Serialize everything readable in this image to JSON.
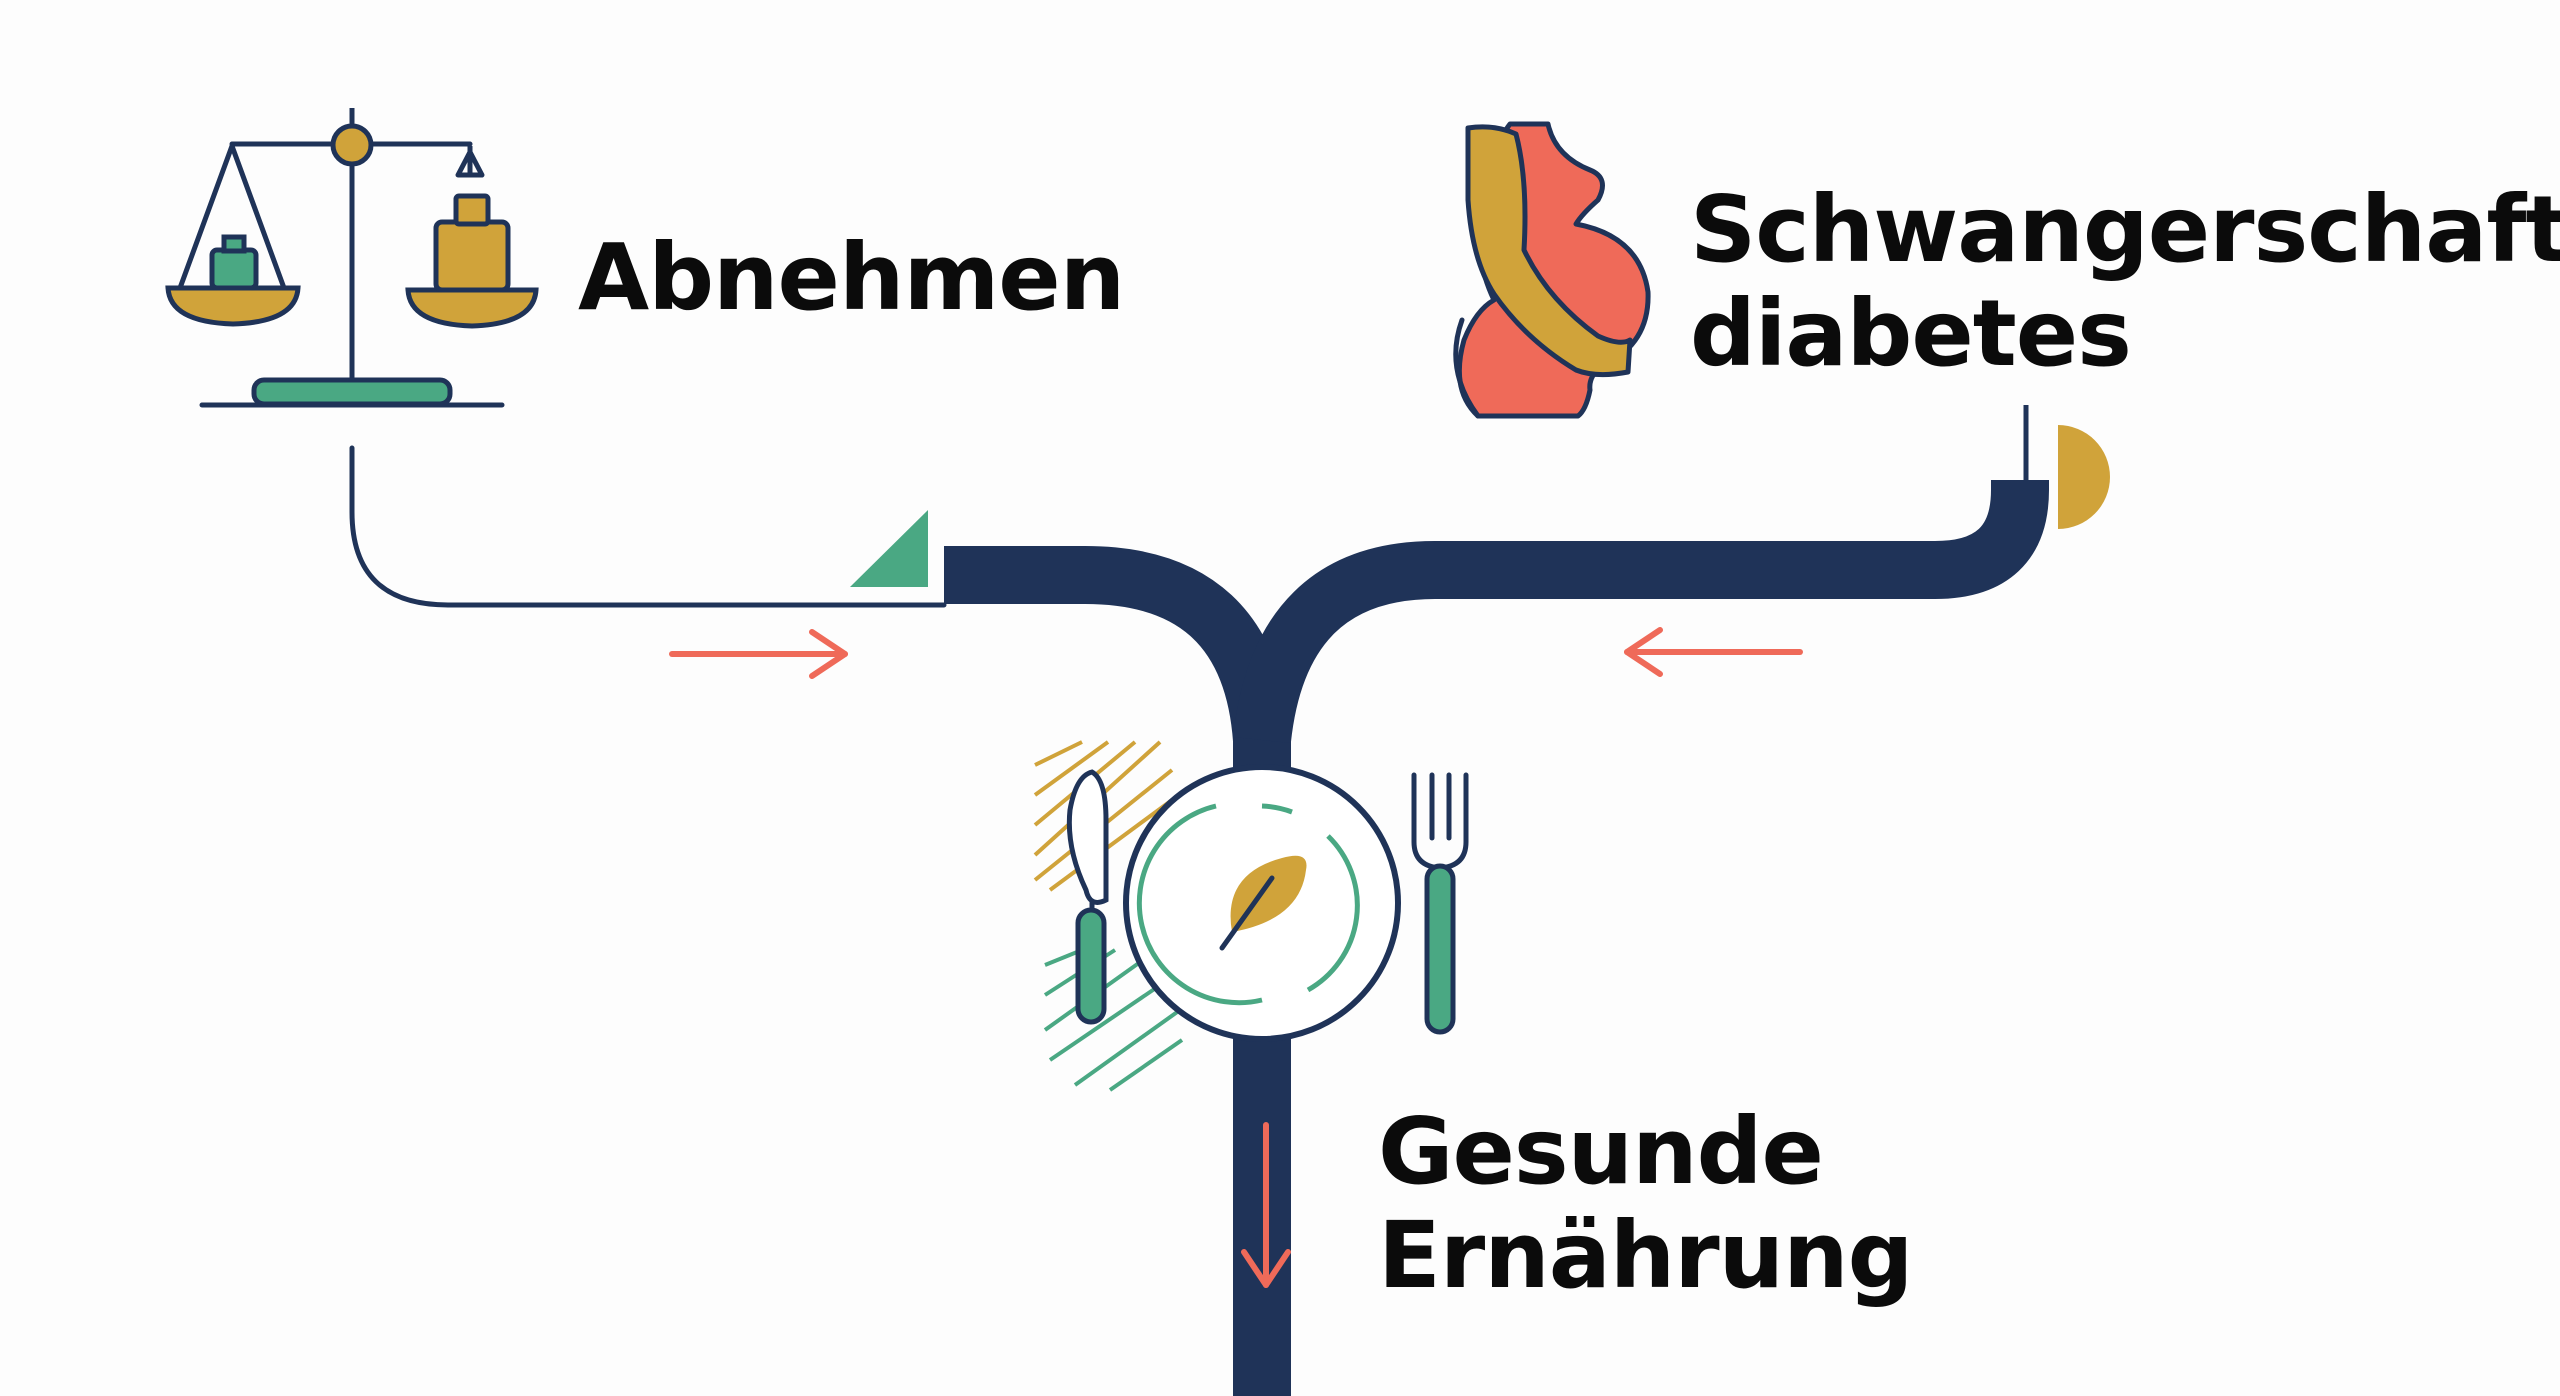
{
  "labels": {
    "weight_loss": "Abnehmen",
    "gestational_diabetes_line1": "Schwangerschafts-",
    "gestational_diabetes_line2": "diabetes",
    "healthy_nutrition_line1": "Gesunde",
    "healthy_nutrition_line2": "Ernährung"
  },
  "icons": {
    "weight_loss": "balance-scale-icon",
    "gestational_diabetes": "pregnant-woman-icon",
    "healthy_nutrition": "plate-cutlery-leaf-icon"
  },
  "colors": {
    "path": "#1f3358",
    "outline": "#1f3358",
    "accent_gold": "#d0a33a",
    "accent_green": "#4aa883",
    "accent_coral": "#ef6a59",
    "text": "#0b0b0b",
    "background": "#fdfdfd"
  }
}
